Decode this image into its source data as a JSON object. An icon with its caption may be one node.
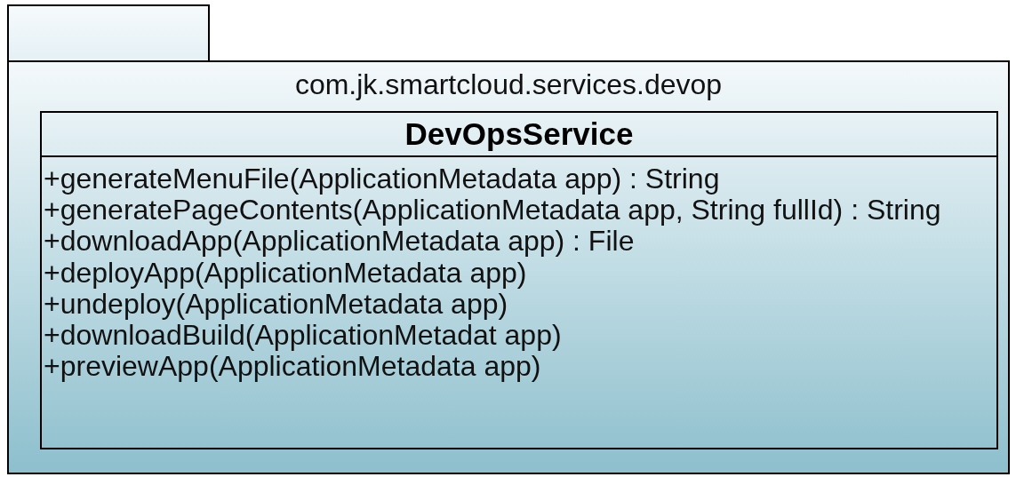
{
  "diagram": {
    "nodes": [
      {
        "text": [
          "com.jk.smartcloud.services.devop"
        ]
      },
      {
        "text": [
          "DevOpsService",
          "+generateMenuFile(ApplicationMetadata app) : String",
          "+generatePageContents(ApplicationMetadata app, String fullId) : String",
          "+downloadApp(ApplicationMetadata app) : File",
          "+deployApp(ApplicationMetadata app)",
          "+undeploy(ApplicationMetadata app)",
          "+downloadBuild(ApplicationMetadat app)",
          "+previewApp(ApplicationMetadata app)"
        ],
        "in": 0
      }
    ]
  }
}
